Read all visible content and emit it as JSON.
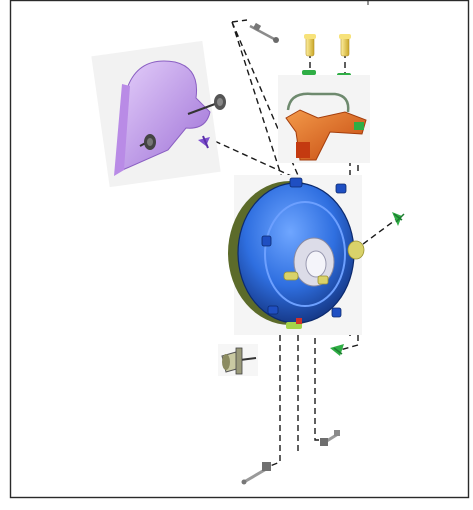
{
  "diagram": {
    "style": "exploded-assembly",
    "background": "#ffffff",
    "border_color": "#2a2a2a",
    "leader_line_color": "#1a1a1a",
    "parts": [
      {
        "name": "housing-body",
        "color": "#2f6fe0"
      },
      {
        "name": "bracket-bottom",
        "color": "#a6d34a"
      },
      {
        "name": "mounting-bracket",
        "color": "#e0701c"
      },
      {
        "name": "mounting-screw",
        "color": "#f2d24c"
      },
      {
        "name": "motor-cover",
        "color": "#bf95e8"
      },
      {
        "name": "retainer-clip",
        "color": "#2fae45"
      },
      {
        "name": "marker-clip",
        "color": "#7d4fcf"
      },
      {
        "name": "gear-assembly",
        "color": "#d9d26a"
      },
      {
        "name": "bolt-top",
        "color": "#8c8c8c"
      },
      {
        "name": "bolt-bottom",
        "color": "#9a9a9a"
      }
    ]
  }
}
